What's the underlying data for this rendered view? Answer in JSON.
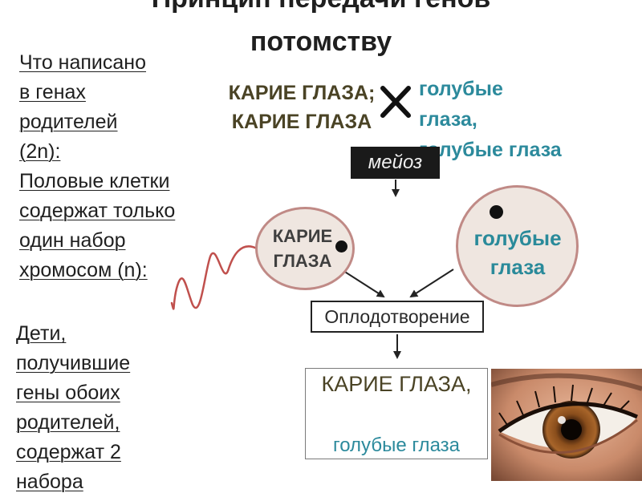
{
  "title": {
    "line1": "Принцип передачи генов",
    "line2": "потомству"
  },
  "left_text": {
    "block1": [
      "Что написано",
      "в генах",
      "родителей",
      "(2n):",
      "Половые клетки",
      "содержат только",
      "один набор",
      "хромосом (n):"
    ],
    "block2": [
      "Дети,",
      "получившие",
      "гены обоих",
      "родителей,",
      "содержат 2",
      "набора"
    ]
  },
  "parents": {
    "brown_genes": "КАРИЕ ГЛАЗА; КАРИЕ ГЛАЗА",
    "blue_genes": [
      "голубые",
      "глаза,",
      "голубые глаза"
    ]
  },
  "meiosis_label": "мейоз",
  "gametes": {
    "left_label": "КАРИЕ ГЛАЗА",
    "right_label": "голубые глаза"
  },
  "fertilization_label": "Оплодотворение",
  "child": {
    "brown": "КАРИЕ ГЛАЗА,",
    "blue": "голубые глаза"
  },
  "colors": {
    "brown_text": "#4a4325",
    "blue_text": "#2c8a9c",
    "cell_fill": "#efe6e0",
    "cell_border": "#c08a86",
    "sperm_tail": "#c0504d"
  },
  "icons": {
    "cross": "cross-icon",
    "eye": "brown-eye-photo"
  }
}
